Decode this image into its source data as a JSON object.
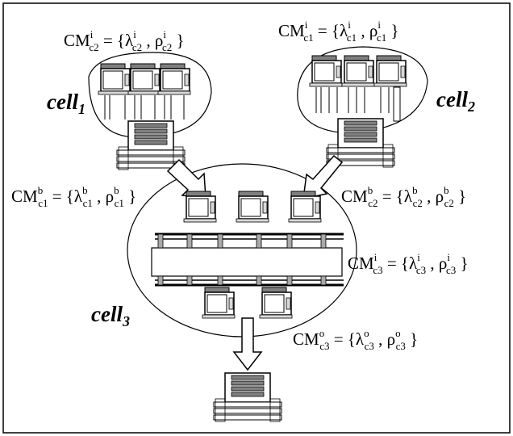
{
  "diagram": {
    "cells": [
      {
        "name": "cell",
        "sub": "1"
      },
      {
        "name": "cell",
        "sub": "2"
      },
      {
        "name": "cell",
        "sub": "3"
      }
    ],
    "labels": {
      "cm_i_c2": {
        "cm": "CM",
        "sup": "i",
        "sub": "c2",
        "eq": " = {",
        "lambda": "λ",
        "comma": " , ",
        "rho": "ρ",
        "close": " }"
      },
      "cm_i_c1": {
        "cm": "CM",
        "sup": "i",
        "sub": "c1",
        "eq": " = {",
        "lambda": "λ",
        "comma": " , ",
        "rho": "ρ",
        "close": " }"
      },
      "cm_b_c1": {
        "cm": "CM",
        "sup": "b",
        "sub": "c1",
        "eq": " = {",
        "lambda": "λ",
        "comma": " , ",
        "rho": "ρ",
        "close": " }"
      },
      "cm_b_c2": {
        "cm": "CM",
        "sup": "b",
        "sub": "c2",
        "eq": " = {",
        "lambda": "λ",
        "comma": " , ",
        "rho": "ρ",
        "close": " }"
      },
      "cm_i_c3": {
        "cm": "CM",
        "sup": "i",
        "sub": "c3",
        "eq": " = {",
        "lambda": "λ",
        "comma": " , ",
        "rho": "ρ",
        "close": " }"
      },
      "cm_o_c3": {
        "cm": "CM",
        "sup": "o",
        "sub": "c3",
        "eq": " = {",
        "lambda": "λ",
        "comma": " , ",
        "rho": "ρ",
        "close": " }"
      }
    },
    "colors": {
      "line": "#000000",
      "machine_fill": "#d9d9d9",
      "pallet_fill": "#7f7f7f",
      "background": "#ffffff"
    }
  }
}
